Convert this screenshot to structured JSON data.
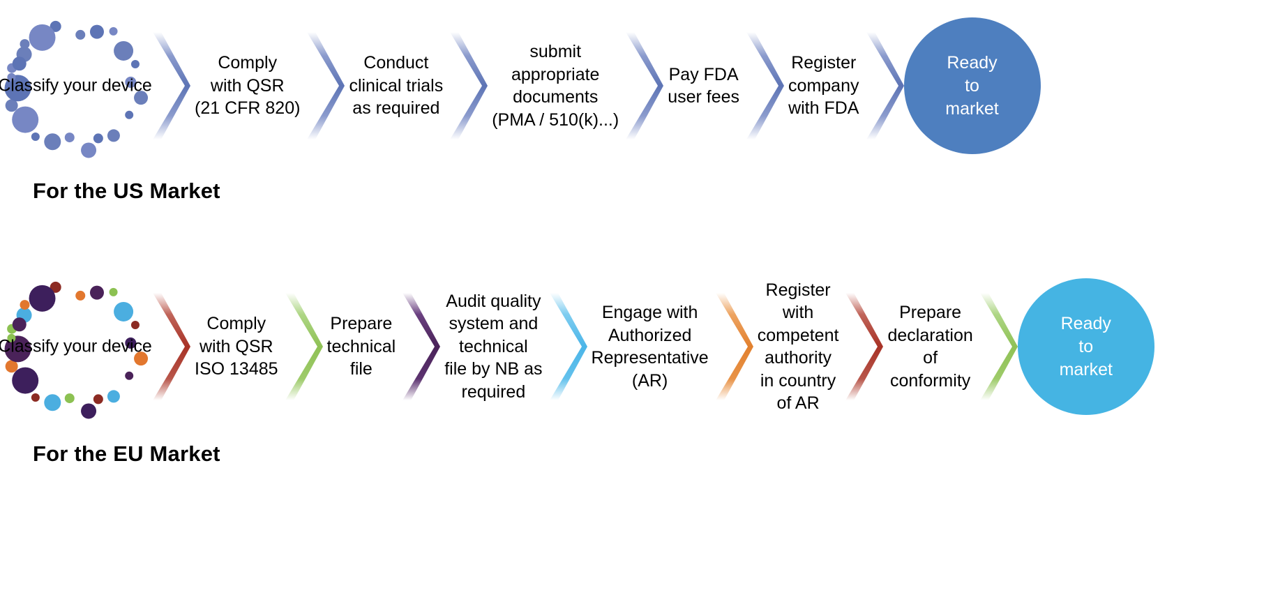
{
  "page": {
    "background": "#ffffff",
    "title_text_color": "#000000"
  },
  "us_row": {
    "label": "For the US Market",
    "icon": {
      "name": "dotted-circle-icon-blue",
      "caption": "Classify your device",
      "palette": [
        "#6B7FBA",
        "#5D74B5",
        "#7787C4"
      ]
    },
    "chevron_color": "#6B82C0",
    "steps": [
      {
        "lines": [
          "Comply",
          "with QSR",
          "(21 CFR 820)"
        ]
      },
      {
        "lines": [
          "Conduct",
          "clinical trials",
          "as required"
        ]
      },
      {
        "lines": [
          "submit",
          "appropriate",
          "documents",
          "(PMA / 510(k)...)"
        ]
      },
      {
        "lines": [
          "Pay FDA",
          "user fees"
        ]
      },
      {
        "lines": [
          "Register",
          "company",
          "with FDA"
        ]
      }
    ],
    "end": {
      "lines": [
        "Ready",
        "to",
        "market"
      ],
      "fill": "#4E7FBF",
      "text_color": "#ffffff"
    }
  },
  "eu_row": {
    "label": "For the EU Market",
    "icon": {
      "name": "dotted-circle-icon-multicolor",
      "caption": "Classify your device",
      "palette": [
        "#E2772E",
        "#4A2259",
        "#8CC152",
        "#4BAEE0",
        "#8C2B23",
        "#3D1F5C"
      ]
    },
    "chevron_colors": [
      "#A83226",
      "#8FC155",
      "#4A2259",
      "#4BB5E8",
      "#E2802E",
      "#A83226",
      "#8FC155"
    ],
    "steps": [
      {
        "lines": [
          "Comply",
          "with QSR",
          "ISO 13485"
        ]
      },
      {
        "lines": [
          "Prepare",
          "technical",
          "file"
        ]
      },
      {
        "lines": [
          "Audit quality",
          "system and",
          "technical",
          "file by NB as",
          "required"
        ]
      },
      {
        "lines": [
          "Engage with",
          "Authorized",
          "Representative",
          "(AR)"
        ]
      },
      {
        "lines": [
          "Register",
          "with",
          "competent",
          "authority",
          "in country",
          "of AR"
        ]
      },
      {
        "lines": [
          "Prepare",
          "declaration",
          "of",
          "conformity"
        ]
      }
    ],
    "end": {
      "lines": [
        "Ready",
        "to",
        "market"
      ],
      "fill": "#45B4E3",
      "text_color": "#ffffff"
    }
  }
}
